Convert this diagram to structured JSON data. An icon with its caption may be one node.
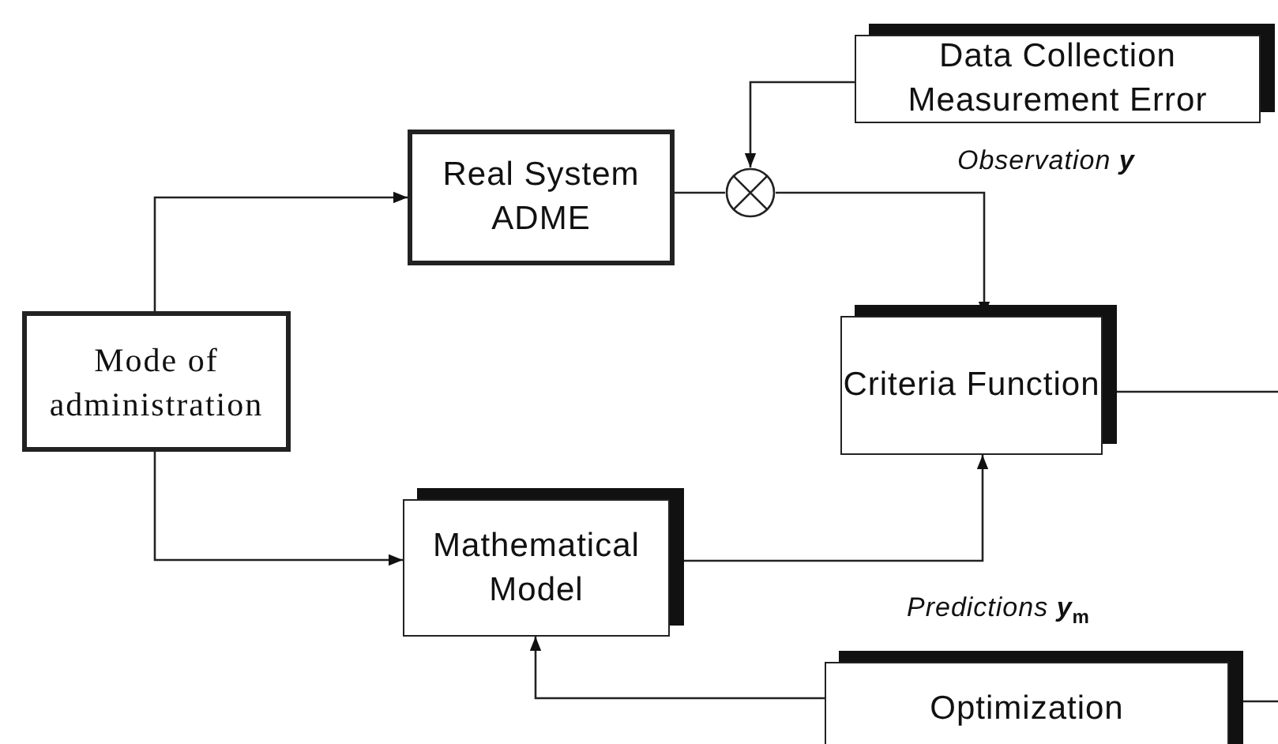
{
  "diagram": {
    "nodes": [
      {
        "text": [
          "Mode of administration"
        ]
      },
      {
        "text": [
          "Real System ADME"
        ]
      },
      {
        "text": [
          "Data Collection Measurement Error"
        ]
      },
      {
        "text": [],
        "shape": "circle"
      },
      {
        "text": [
          "Criteria Function"
        ]
      },
      {
        "text": [
          "Mathematical Model"
        ]
      },
      {
        "text": [
          "Optimization"
        ]
      }
    ],
    "edges": [
      {
        "from": 0,
        "to": 1,
        "arrow": "to"
      },
      {
        "from": 0,
        "to": 5,
        "arrow": "to"
      },
      {
        "from": 1,
        "to": 3,
        "arrow": "none"
      },
      {
        "from": 2,
        "to": 3,
        "arrow": "to"
      },
      {
        "from": 3,
        "to": 4,
        "arrow": "to"
      },
      {
        "from": 5,
        "to": 4,
        "arrow": "to"
      },
      {
        "from": 6,
        "to": 5,
        "arrow": "to"
      },
      {
        "from": 4,
        "to": null,
        "arrow": "none"
      },
      {
        "from": null,
        "to": 6,
        "arrow": "none"
      }
    ],
    "labels": [
      "Observation **y**",
      "Predictions **y**$_{m}$"
    ]
  }
}
